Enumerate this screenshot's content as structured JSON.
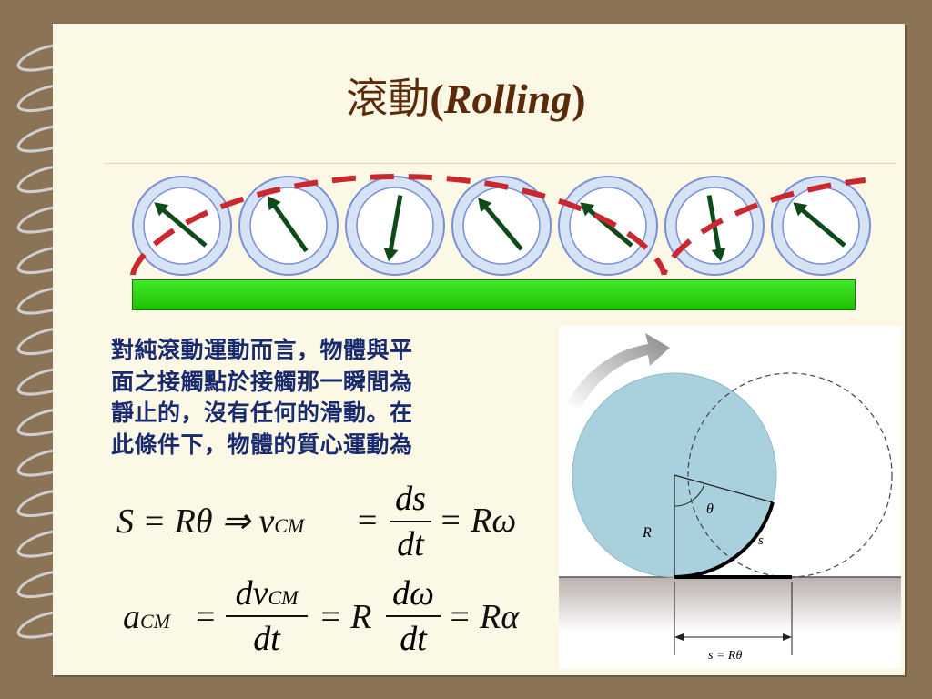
{
  "title": {
    "zh": "滾動",
    "open": "(",
    "en": "Rolling",
    "close": ")"
  },
  "body_lines": [
    "對純滾動運動而言，物體與平",
    "面之接觸點於接觸那一瞬間為",
    "靜止的，沒有任何的滑動。在",
    "此條件下，物體的質心運動為"
  ],
  "equation1": {
    "lhs": "S = Rθ ⇒ v",
    "lhs_sub": "CM",
    "eq": "=",
    "num": "ds",
    "den": "dt",
    "rhs": "= Rω"
  },
  "equation2": {
    "lhs": "a",
    "lhs_sub": "CM",
    "eq": "=",
    "num1": "dv",
    "num1_sub": "CM",
    "den1": "dt",
    "mid": "= R",
    "num2": "dω",
    "den2": "dt",
    "rhs": "= Rα"
  },
  "figure": {
    "label_R": "R",
    "label_theta": "θ",
    "label_s": "s",
    "label_dim": "s = Rθ"
  },
  "colors": {
    "wheel_fill": "#d6e3f5",
    "wheel_edge": "#7a8fd6",
    "arrow": "#0f4a1a",
    "path": "#c8282e",
    "ground": "#2fd41a",
    "disk": "#a8d0de"
  }
}
